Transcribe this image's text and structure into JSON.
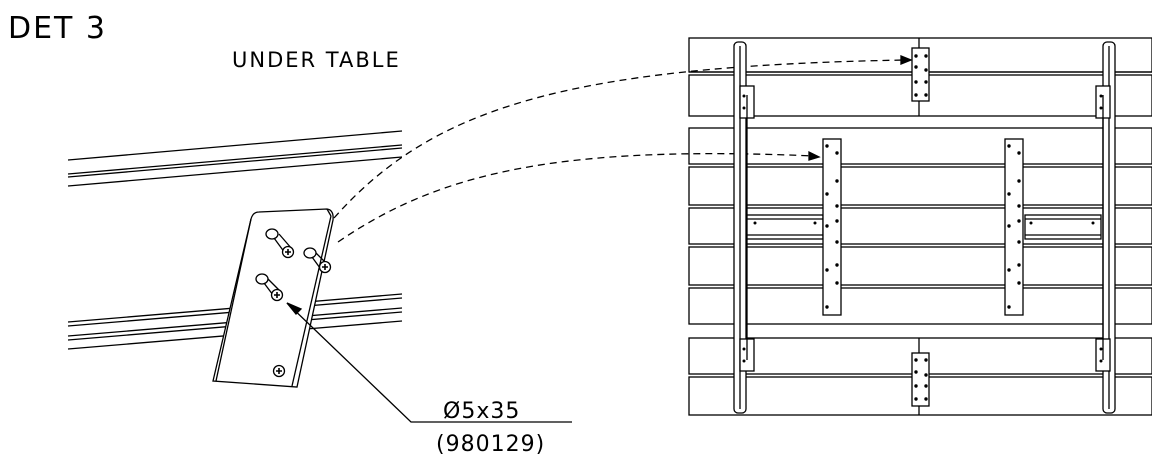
{
  "detail": {
    "title": "DET 3",
    "subtitle": "UNDER TABLE",
    "callout_size": "Ø5x35",
    "callout_part": "(980129)"
  },
  "colors": {
    "line": "#000000",
    "background": "#ffffff"
  }
}
